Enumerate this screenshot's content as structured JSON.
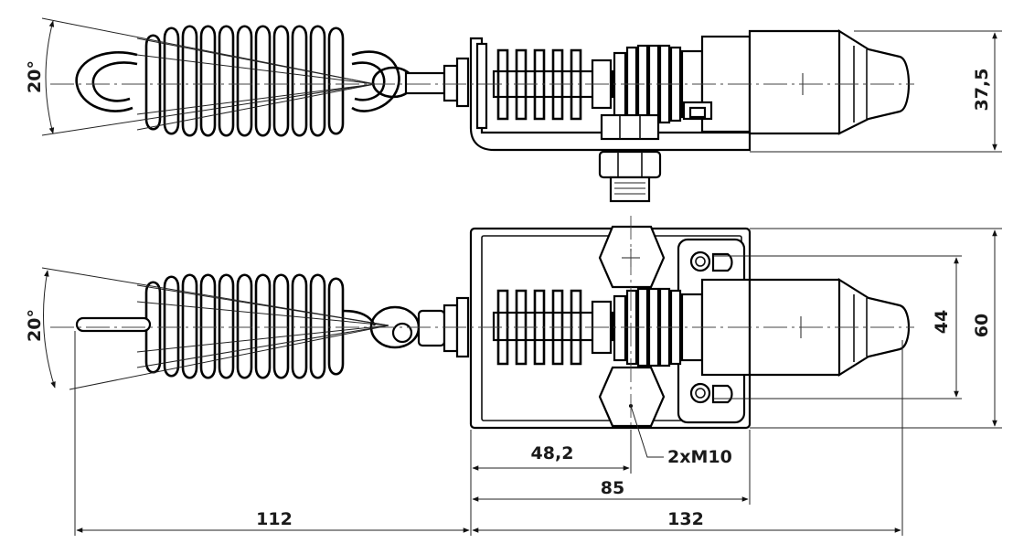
{
  "drawing": {
    "dimensions": {
      "top_angle": "20°",
      "top_height": "37,5",
      "bottom_angle": "20°",
      "inner_height": "44",
      "outer_height": "60",
      "hole_offset": "48,2",
      "base_width": "85",
      "spring_length": "112",
      "total_length": "132",
      "thread_note": "2xM10"
    }
  }
}
